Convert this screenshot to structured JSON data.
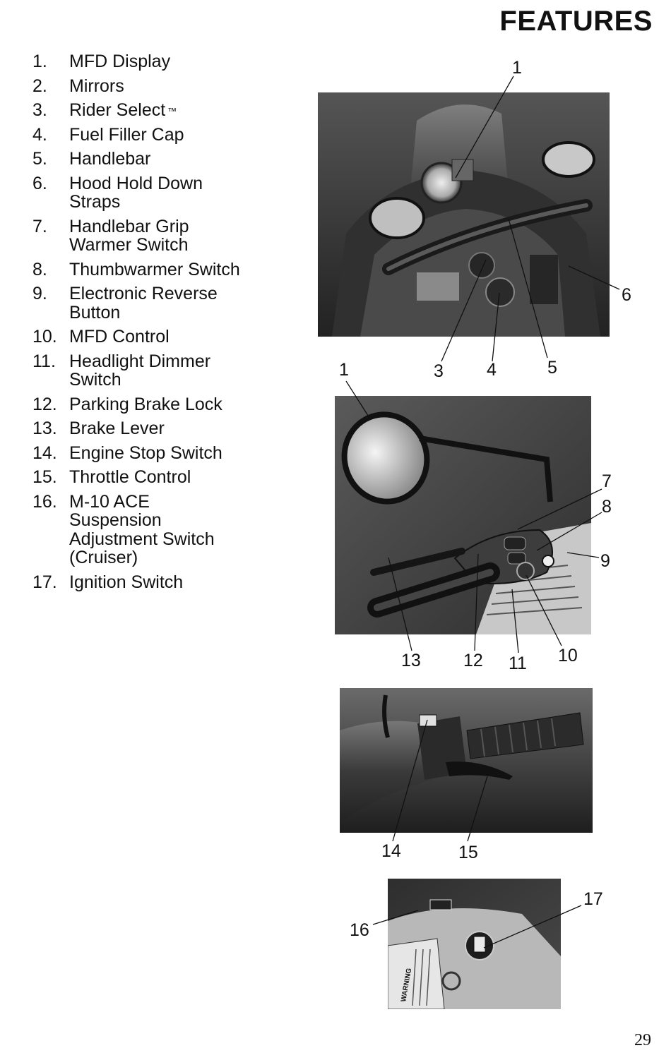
{
  "page": {
    "title": "FEATURES",
    "page_number": "29"
  },
  "features": [
    {
      "num": "1.",
      "text": "MFD Display"
    },
    {
      "num": "2.",
      "text": "Mirrors"
    },
    {
      "num": "3.",
      "text": "Rider Select",
      "tm": "™"
    },
    {
      "num": "4.",
      "text": "Fuel Filler Cap"
    },
    {
      "num": "5.",
      "text": "Handlebar"
    },
    {
      "num": "6.",
      "text": "Hood Hold Down Straps"
    },
    {
      "num": "7.",
      "text": "Handlebar Grip Warmer Switch"
    },
    {
      "num": "8.",
      "text": "Thumbwarmer Switch"
    },
    {
      "num": "9.",
      "text": "Electronic Reverse Button"
    },
    {
      "num": "10.",
      "text": "MFD Control"
    },
    {
      "num": "11.",
      "text": "Headlight Dimmer Switch"
    },
    {
      "num": "12.",
      "text": "Parking Brake Lock"
    },
    {
      "num": "13.",
      "text": "Brake Lever"
    },
    {
      "num": "14.",
      "text": "Engine Stop Switch"
    },
    {
      "num": "15.",
      "text": "Throttle Control"
    },
    {
      "num": "16.",
      "text": "M-10 ACE Suspension Adjustment Switch (Cruiser)"
    },
    {
      "num": "17.",
      "text": "Ignition Switch"
    }
  ],
  "callouts": {
    "photo1": [
      "1",
      "6",
      "3",
      "4",
      "5"
    ],
    "photo2": [
      "1",
      "7",
      "8",
      "9",
      "13",
      "12",
      "11",
      "10"
    ],
    "photo3": [
      "14",
      "15"
    ],
    "photo4": [
      "17",
      "16"
    ]
  },
  "photo_text": {
    "warning_label": "WARNING"
  },
  "colors": {
    "text": "#111111",
    "photo_dark": "#2b2b2b",
    "photo_mid": "#6e6e6e",
    "photo_light": "#cfcfcf"
  }
}
